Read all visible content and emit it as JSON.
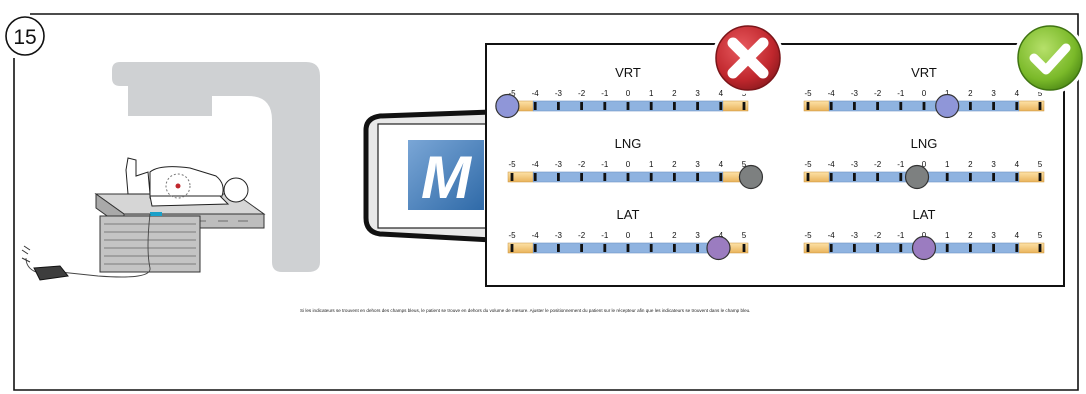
{
  "step_number": "15",
  "caption": "Si les indicateurs se trouvent en dehors des champs bleus, le patient se trouve en dehors du volume de mesure. Ajuster le positionnement du patient sur le récepteur afin que les indicateurs se trouvent dans le champ bleu.",
  "logo": {
    "letter": "M",
    "color": "#4a7fb5"
  },
  "status_icons": {
    "incorrect": {
      "icon": "red-x-icon",
      "color": "#c0272d"
    },
    "correct": {
      "icon": "green-check-icon",
      "color": "#7ab929"
    }
  },
  "colors": {
    "blue_field": "#8fb3e0",
    "orange_field": "#f0c070",
    "marker_vrt": "#8f96d8",
    "marker_lng": "#7d8080",
    "marker_lat": "#9b7cc0"
  },
  "indicator_panels": [
    {
      "name": "incorrect",
      "gauges": [
        {
          "label": "VRT",
          "ticks": [
            "-5",
            "-4",
            "-3",
            "-2",
            "-1",
            "0",
            "1",
            "2",
            "3",
            "4",
            "5"
          ],
          "marker_value": -5.2
        },
        {
          "label": "LNG",
          "ticks": [
            "-5",
            "-4",
            "-3",
            "-2",
            "-1",
            "0",
            "1",
            "2",
            "3",
            "4",
            "5"
          ],
          "marker_value": 5.3
        },
        {
          "label": "LAT",
          "ticks": [
            "-5",
            "-4",
            "-3",
            "-2",
            "-1",
            "0",
            "1",
            "2",
            "3",
            "4",
            "5"
          ],
          "marker_value": 3.9
        }
      ]
    },
    {
      "name": "correct",
      "gauges": [
        {
          "label": "VRT",
          "ticks": [
            "-5",
            "-4",
            "-3",
            "-2",
            "-1",
            "0",
            "1",
            "2",
            "3",
            "4",
            "5"
          ],
          "marker_value": 1.0
        },
        {
          "label": "LNG",
          "ticks": [
            "-5",
            "-4",
            "-3",
            "-2",
            "-1",
            "0",
            "1",
            "2",
            "3",
            "4",
            "5"
          ],
          "marker_value": -0.3
        },
        {
          "label": "LAT",
          "ticks": [
            "-5",
            "-4",
            "-3",
            "-2",
            "-1",
            "0",
            "1",
            "2",
            "3",
            "4",
            "5"
          ],
          "marker_value": 0.0
        }
      ]
    }
  ]
}
